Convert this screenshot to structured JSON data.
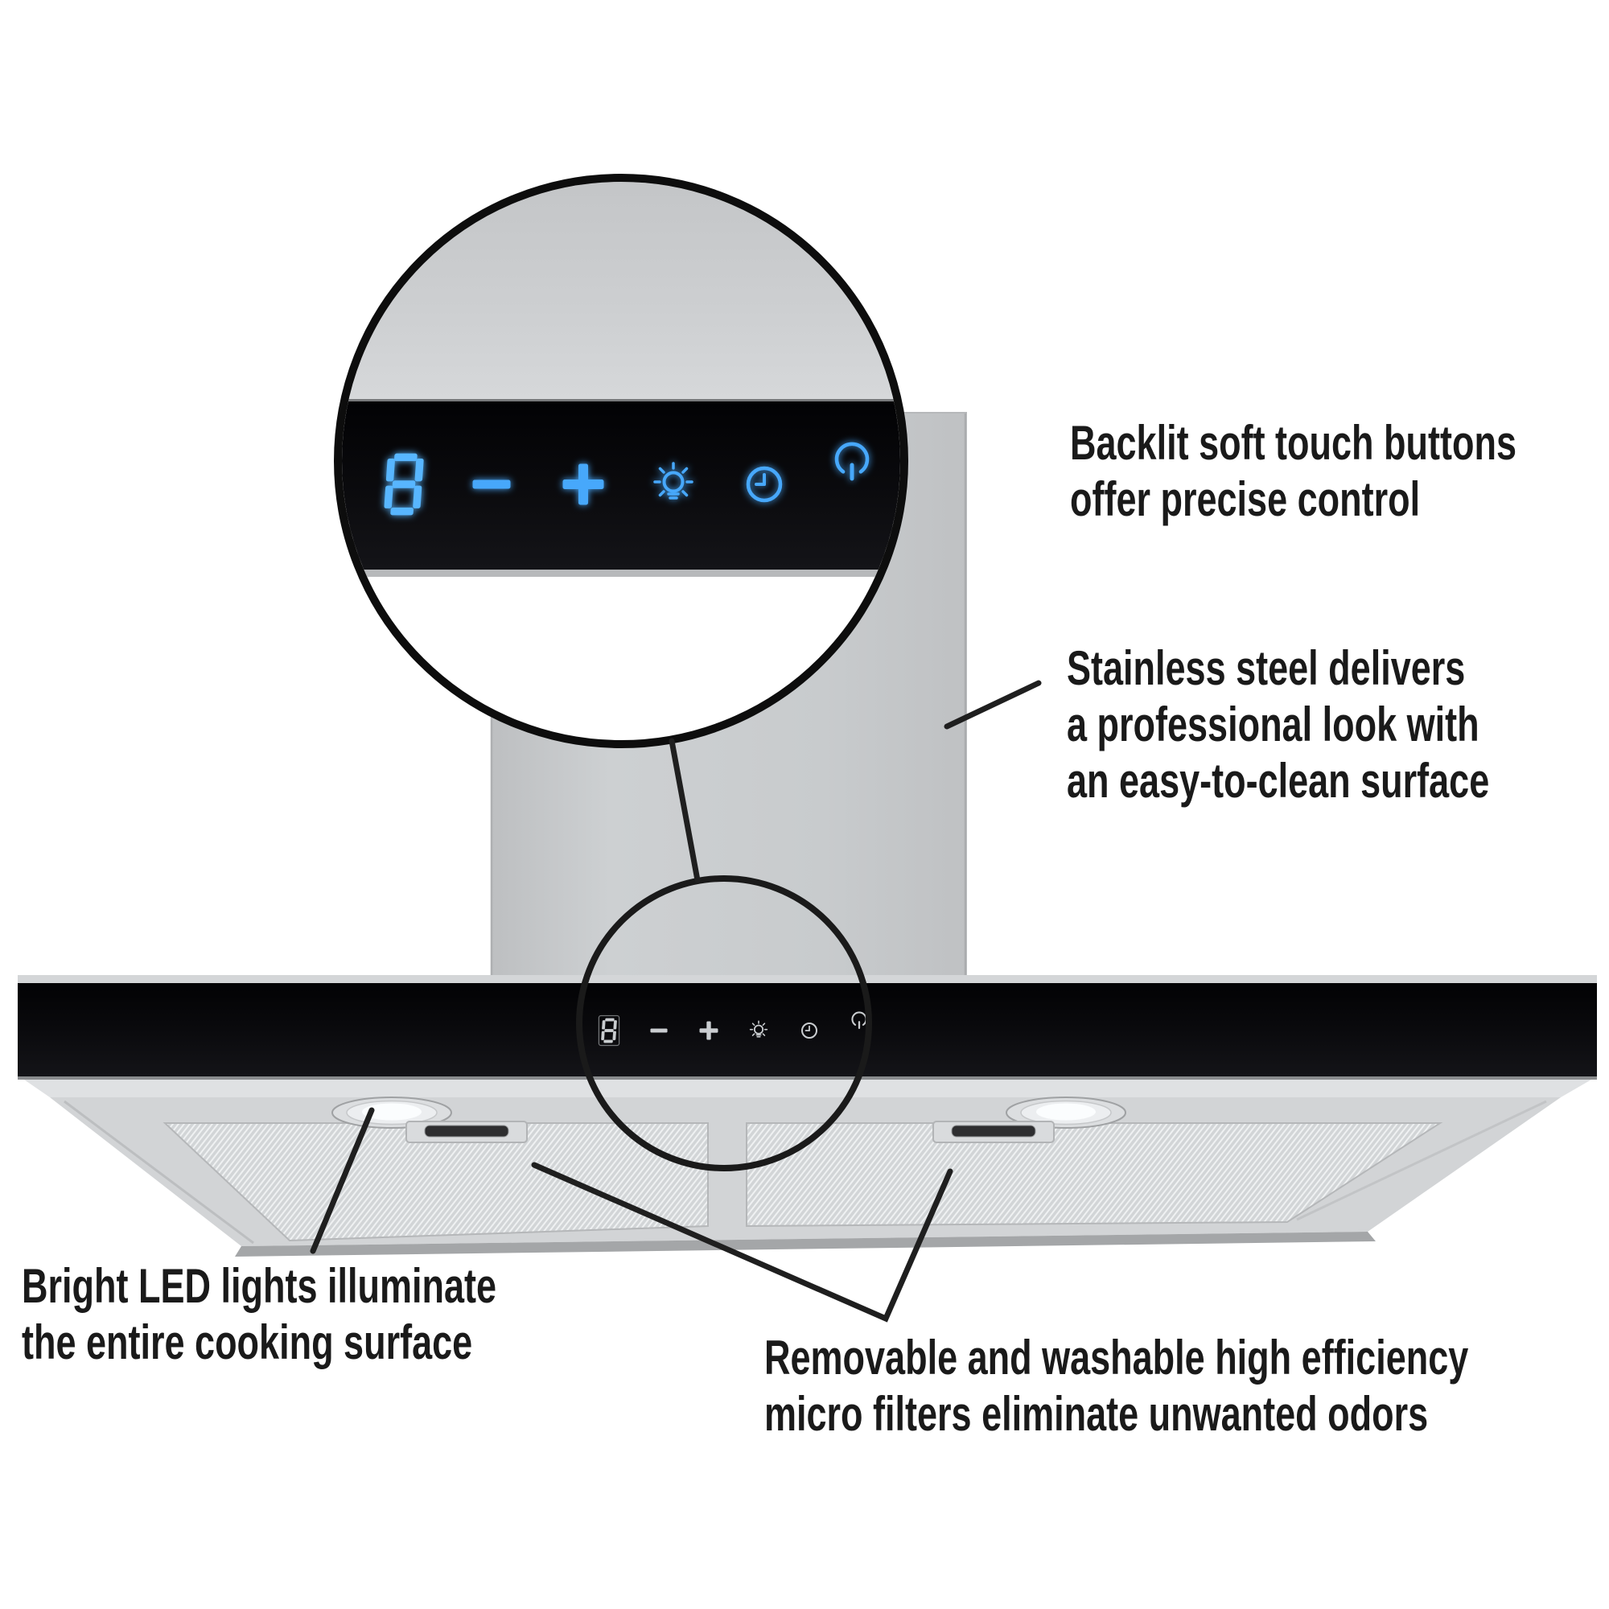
{
  "image_type": "annotated product feature diagram",
  "product": {
    "name": "wall-mount range hood",
    "display_value": "8",
    "control_buttons": [
      "speed-display",
      "minus",
      "plus",
      "light",
      "timer",
      "power"
    ],
    "colors": {
      "background": "#ffffff",
      "button_glow_blue": "#46a8fb",
      "digit_blue": "#58b6ff",
      "panel_black": "#0b0b0e",
      "stainless_gray": "#c9cbcd",
      "callout_line": "#1f1f1f",
      "caption_text": "#1a1a1a"
    }
  },
  "annotations": {
    "backlit": {
      "lines": [
        "Backlit soft touch buttons",
        "offer precise control"
      ]
    },
    "stainless": {
      "lines": [
        "Stainless steel delivers",
        "a professional look with",
        "an easy-to-clean surface"
      ]
    },
    "led": {
      "lines": [
        "Bright LED lights illuminate",
        "the entire cooking surface"
      ]
    },
    "filters": {
      "lines": [
        "Removable and washable high efficiency",
        "micro filters eliminate unwanted odors"
      ]
    }
  }
}
